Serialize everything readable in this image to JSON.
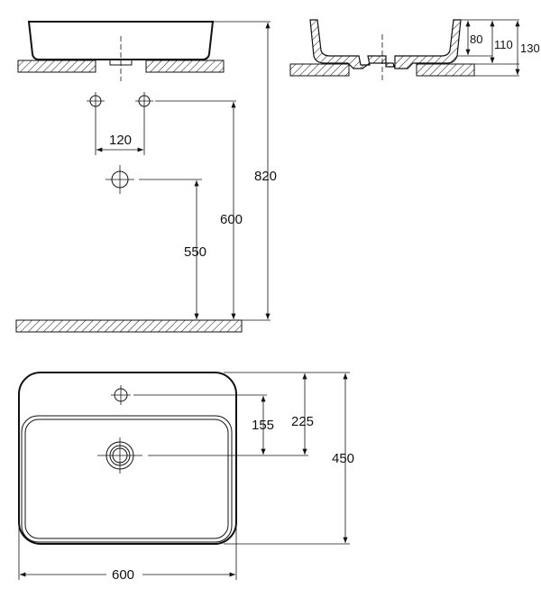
{
  "drawing": {
    "front_view": {
      "total_height_label": "820",
      "valve_height_label": "600",
      "drain_height_label": "550",
      "tap_spacing_label": "120"
    },
    "side_view": {
      "bowl_height_label": "80",
      "inner_height_label": "110",
      "outer_height_label": "130"
    },
    "top_view": {
      "width_label": "600",
      "depth_label": "450",
      "tap_to_drain_label": "155",
      "edge_to_drain_label": "225"
    }
  }
}
